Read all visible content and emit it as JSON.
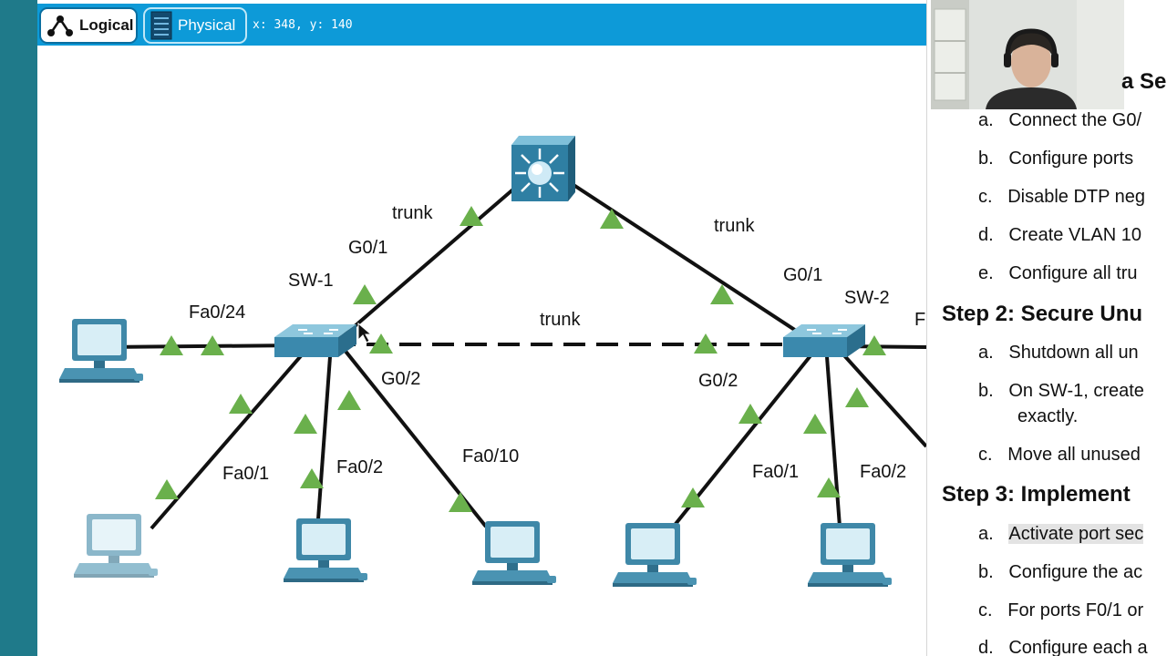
{
  "toolbar": {
    "logical_label": "Logical",
    "physical_label": "Physical",
    "cursor_coords": "x: 348, y: 140"
  },
  "topology": {
    "labels": {
      "trunk_left": "trunk",
      "trunk_right": "trunk",
      "trunk_middle": "trunk",
      "sw1_g01": "G0/1",
      "sw1_name": "SW-1",
      "sw1_fa024": "Fa0/24",
      "sw1_g02": "G0/2",
      "sw1_fa01": "Fa0/1",
      "sw1_fa02": "Fa0/2",
      "sw1_fa010": "Fa0/10",
      "sw2_g01": "G0/1",
      "sw2_name": "SW-2",
      "sw2_g02": "G0/2",
      "sw2_fa01": "Fa0/1",
      "sw2_fa02": "Fa0/2",
      "sw2_cut_label": "F"
    },
    "link_status_color": "#6ab04c",
    "link_color": "#111111"
  },
  "instructions": {
    "heading_partial": "a Se",
    "step1_items": [
      {
        "letter": "a.",
        "text": "Connect the G0/"
      },
      {
        "letter": "b.",
        "text": "Configure ports"
      },
      {
        "letter": "c.",
        "text": "Disable DTP neg"
      },
      {
        "letter": "d.",
        "text": "Create VLAN 10"
      },
      {
        "letter": "e.",
        "text": "Configure all tru"
      }
    ],
    "step2_title": "Step 2: Secure Unu",
    "step2_items": [
      {
        "letter": "a.",
        "text": "Shutdown all un"
      },
      {
        "letter": "b.",
        "text": "On SW-1, create",
        "text2": "exactly."
      },
      {
        "letter": "c.",
        "text": "Move all unused"
      }
    ],
    "step3_title": "Step 3: Implement",
    "step3_items": [
      {
        "letter": "a.",
        "text": "Activate port sec"
      },
      {
        "letter": "b.",
        "text": "Configure the ac"
      },
      {
        "letter": "c.",
        "text": "For ports F0/1 or"
      },
      {
        "letter": "d.",
        "text": "Configure each a"
      }
    ]
  }
}
